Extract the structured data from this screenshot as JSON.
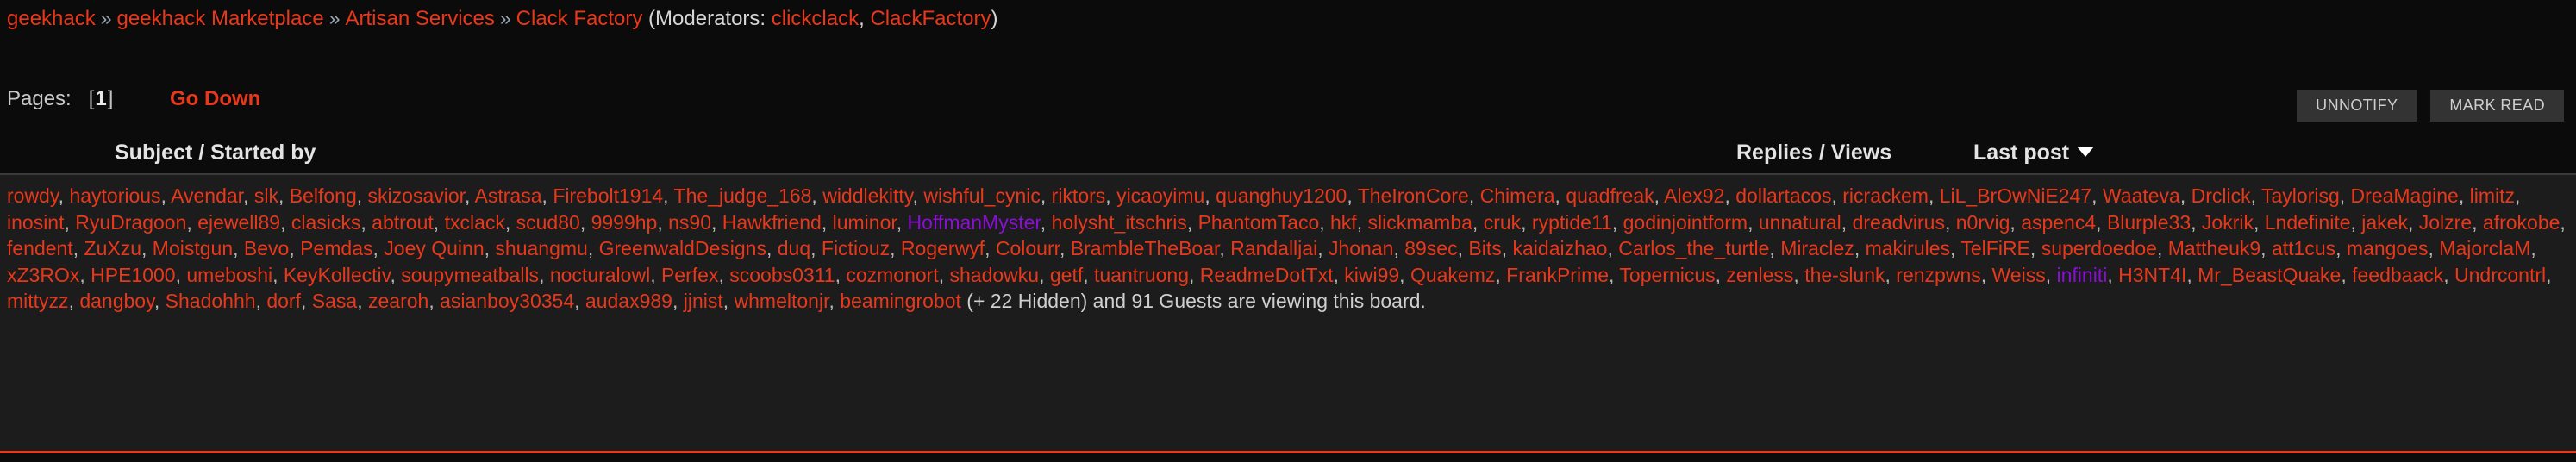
{
  "breadcrumb": {
    "items": [
      {
        "label": "geekhack"
      },
      {
        "label": "geekhack Marketplace"
      },
      {
        "label": "Artisan Services"
      },
      {
        "label": "Clack Factory"
      }
    ],
    "separator": "»",
    "moderators_prefix": "(Moderators:",
    "moderators": [
      "clickclack",
      "ClackFactory"
    ],
    "moderators_suffix": ")"
  },
  "pagination": {
    "pages_label": "Pages:",
    "open_bracket": "[",
    "current_page": "1",
    "close_bracket": "]",
    "go_down_label": "Go Down"
  },
  "toolbar": {
    "unnotify_label": "UNNOTIFY",
    "mark_read_label": "MARK READ"
  },
  "table_header": {
    "subject": "Subject / Started by",
    "replies_views": "Replies / Views",
    "last_post": "Last post",
    "sort_icon": "caret-down-icon"
  },
  "whos_online": {
    "users": [
      "rowdy",
      "haytorious",
      "Avendar",
      "slk",
      "Belfong",
      "skizosavior",
      "Astrasa",
      "Firebolt1914",
      "The_judge_168",
      "widdlekitty",
      "wishful_cynic",
      "riktors",
      "yicaoyimu",
      "quanghuy1200",
      "TheIronCore",
      "Chimera",
      "quadfreak",
      "Alex92",
      "dollartacos",
      "ricrackem",
      "LiL_BrOwNiE247",
      "Waateva",
      "Drclick",
      "Taylorisg",
      "DreaMagine",
      "limitz",
      "inosint",
      "RyuDragoon",
      "ejewell89",
      "clasicks",
      "abtrout",
      "txclack",
      "scud80",
      "9999hp",
      "ns90",
      "Hawkfriend",
      "luminor",
      "HoffmanMyster",
      "holysht_itschris",
      "PhantomTaco",
      "hkf",
      "slickmamba",
      "cruk",
      "ryptide11",
      "godinjointform",
      "unnatural",
      "dreadvirus",
      "n0rvig",
      "aspenc4",
      "Blurple33",
      "Jokrik",
      "Lndefinite",
      "jakek",
      "Jolzre",
      "afrokobe",
      "fendent",
      "ZuXzu",
      "Moistgun",
      "Bevo",
      "Pemdas",
      "Joey Quinn",
      "shuangmu",
      "GreenwaldDesigns",
      "duq",
      "Fictiouz",
      "Rogerwyf",
      "Colourr",
      "BrambleTheBoar",
      "Randalljai",
      "Jhonan",
      "89sec",
      "Bits",
      "kaidaizhao",
      "Carlos_the_turtle",
      "Miraclez",
      "makirules",
      "TelFiRE",
      "superdoedoe",
      "Mattheuk9",
      "att1cus",
      "mangoes",
      "MajorclaM",
      "xZ3ROx",
      "HPE1000",
      "umeboshi",
      "KeyKollectiv",
      "soupymeatballs",
      "nocturalowl",
      "Perfex",
      "scoobs0311",
      "cozmonort",
      "shadowku",
      "getf",
      "tuantruong",
      "ReadmeDotTxt",
      "kiwi99",
      "Quakemz",
      "FrankPrime",
      "Topernicus",
      "zenless",
      "the-slunk",
      "renzpwns",
      "Weiss",
      "infiniti",
      "H3NT4I",
      "Mr_BeastQuake",
      "feedbaack",
      "Undrcontrl",
      "mittyzz",
      "dangboy",
      "Shadohhh",
      "dorf",
      "Sasa",
      "zearoh",
      "asianboy30354",
      "audax989",
      "jjnist",
      "whmeltonjr",
      "beamingrobot"
    ],
    "highlighted_users": [
      "HoffmanMyster",
      "infiniti"
    ],
    "separator": ", ",
    "tail_text": " (+ 22 Hidden) and 91 Guests are viewing this board.",
    "hidden_count": "22",
    "guests_count": "91"
  },
  "colors": {
    "link_red": "#e8381b",
    "highlight_purple": "#8a0ed4",
    "page_background": "#0b0b0b",
    "panel_background": "#1c1c1c",
    "button_background": "#333333",
    "accent_rule": "#e8381b"
  }
}
